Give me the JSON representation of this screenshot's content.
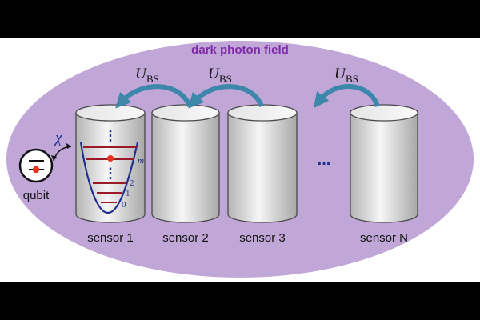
{
  "field": {
    "label": "dark photon field",
    "fill": "#c1a6d8",
    "label_color": "#7f2aa8"
  },
  "qubit": {
    "label": "qubit",
    "coupling_symbol": "χ"
  },
  "beam_splitter": {
    "symbol": "U",
    "subscript": "BS",
    "arrow_color": "#3c87aa"
  },
  "sensors": [
    {
      "label": "sensor 1"
    },
    {
      "label": "sensor 2"
    },
    {
      "label": "sensor 3"
    },
    {
      "label": "sensor N"
    }
  ],
  "ellipsis": "...",
  "levels": {
    "top_dots": "⋮",
    "mid_dots": "⋮",
    "labels": [
      "m",
      "2",
      "1",
      "0"
    ],
    "colors": {
      "level": "#9a1b25",
      "dot": "#e8341c",
      "well": "#1f2f8f"
    }
  }
}
